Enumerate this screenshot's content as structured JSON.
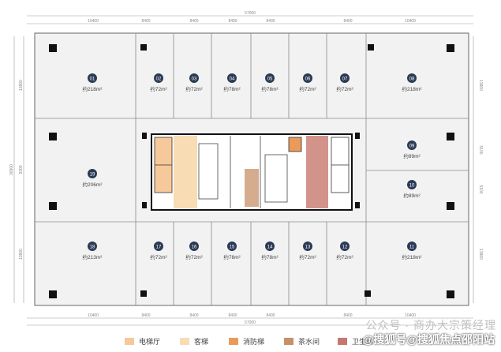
{
  "dimensions": {
    "top_total": "57000",
    "bottom_total": "57000",
    "top_segments": [
      "10400",
      "8400",
      "8400",
      "8400",
      "8400",
      "8400",
      "10400"
    ],
    "bottom_segments": [
      "10400",
      "8400",
      "8400",
      "8400",
      "8400",
      "8400",
      "10400"
    ],
    "left_total": "36900",
    "left_segments": [
      "13800",
      "9300",
      "13800"
    ],
    "right_segments": [
      "13800",
      "5100",
      "5100",
      "13800"
    ]
  },
  "units": [
    {
      "no": "01",
      "area": "约218m²"
    },
    {
      "no": "02",
      "area": "约72m²"
    },
    {
      "no": "03",
      "area": "约72m²"
    },
    {
      "no": "04",
      "area": "约78m²"
    },
    {
      "no": "05",
      "area": "约78m²"
    },
    {
      "no": "06",
      "area": "约72m²"
    },
    {
      "no": "07",
      "area": "约72m²"
    },
    {
      "no": "08",
      "area": "约218m²"
    },
    {
      "no": "09",
      "area": "约89m²"
    },
    {
      "no": "10",
      "area": "约89m²"
    },
    {
      "no": "11",
      "area": "约218m²"
    },
    {
      "no": "12",
      "area": "约72m²"
    },
    {
      "no": "13",
      "area": "约72m²"
    },
    {
      "no": "14",
      "area": "约78m²"
    },
    {
      "no": "15",
      "area": "约78m²"
    },
    {
      "no": "16",
      "area": "约72m²"
    },
    {
      "no": "17",
      "area": "约72m²"
    },
    {
      "no": "18",
      "area": "约213m²"
    },
    {
      "no": "19",
      "area": "约206m²"
    }
  ],
  "legend": [
    {
      "label": "电梯厅",
      "color": "#f5c99a"
    },
    {
      "label": "客梯",
      "color": "#f8dcb4"
    },
    {
      "label": "消防梯",
      "color": "#ea9a5a"
    },
    {
      "label": "茶水间",
      "color": "#c8906a"
    },
    {
      "label": "卫生间",
      "color": "#c7786e"
    }
  ],
  "watermark": "公众号 · 商办大宗策经理",
  "watermark_source": "@搜狐号@搜狐焦点邵阳站",
  "colors": {
    "unit_badge": "#2b3a55",
    "wall": "#111111",
    "floor": "#f2f2f2"
  }
}
